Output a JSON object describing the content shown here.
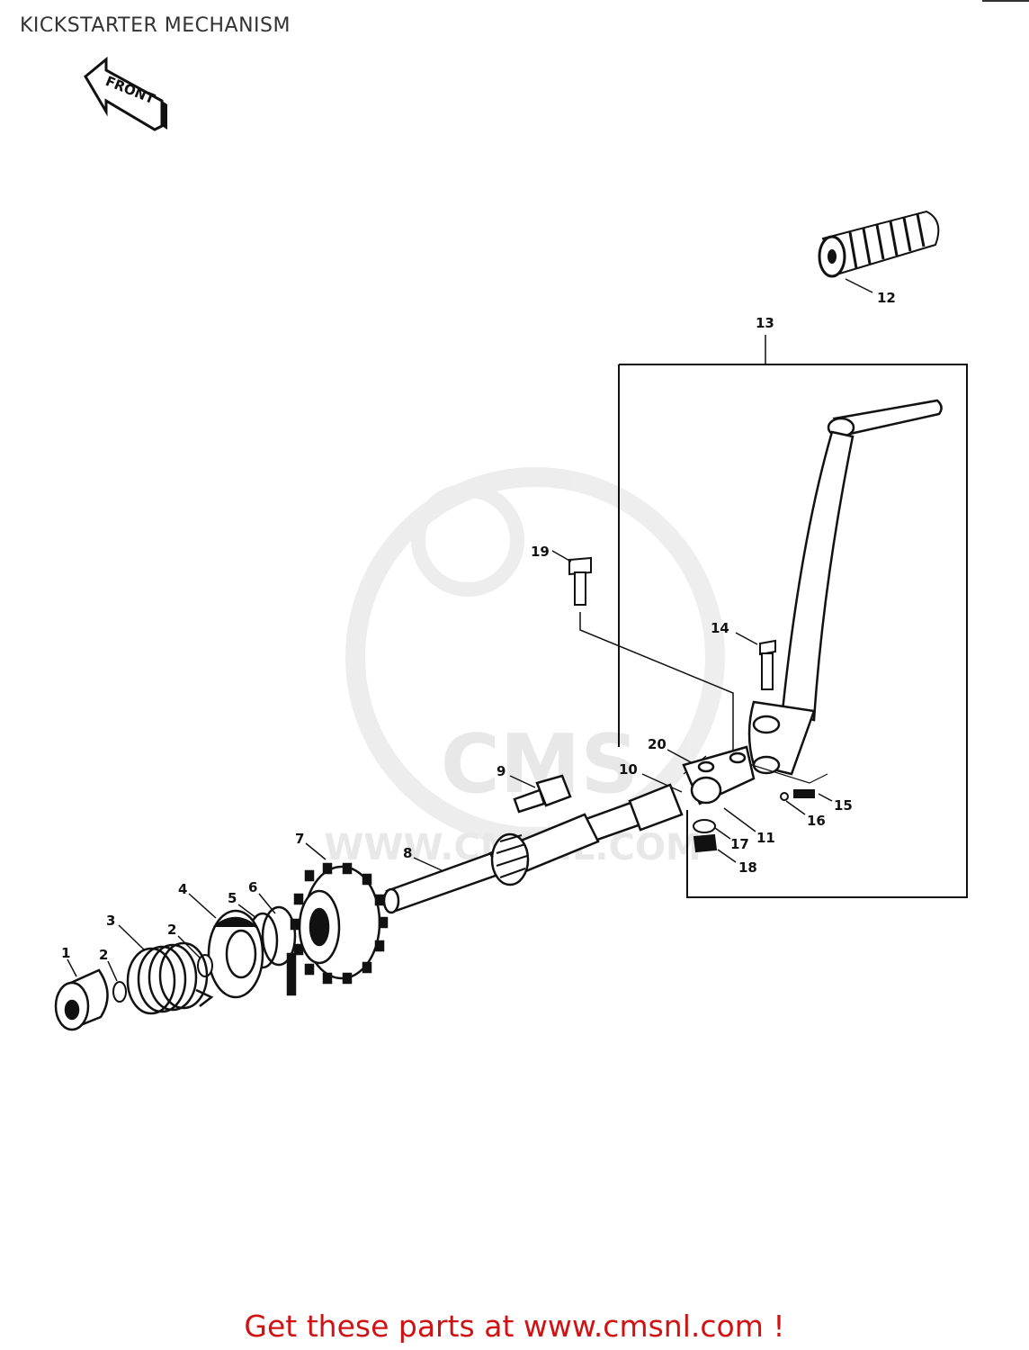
{
  "title": "KICKSTARTER MECHANISM",
  "front_label": "FRONT",
  "watermark": {
    "logo": "CMS",
    "url": "WWW.CMSNL.COM"
  },
  "callouts": [
    {
      "id": "c1",
      "label": "1"
    },
    {
      "id": "c2a",
      "label": "2"
    },
    {
      "id": "c2b",
      "label": "2"
    },
    {
      "id": "c3",
      "label": "3"
    },
    {
      "id": "c4",
      "label": "4"
    },
    {
      "id": "c5",
      "label": "5"
    },
    {
      "id": "c6",
      "label": "6"
    },
    {
      "id": "c7",
      "label": "7"
    },
    {
      "id": "c8",
      "label": "8"
    },
    {
      "id": "c9",
      "label": "9"
    },
    {
      "id": "c10",
      "label": "10"
    },
    {
      "id": "c11",
      "label": "11"
    },
    {
      "id": "c12",
      "label": "12"
    },
    {
      "id": "c13",
      "label": "13"
    },
    {
      "id": "c14",
      "label": "14"
    },
    {
      "id": "c15",
      "label": "15"
    },
    {
      "id": "c16",
      "label": "16"
    },
    {
      "id": "c17",
      "label": "17"
    },
    {
      "id": "c18",
      "label": "18"
    },
    {
      "id": "c19",
      "label": "19"
    },
    {
      "id": "c20",
      "label": "20"
    }
  ],
  "footer": "Get these parts at www.cmsnl.com !"
}
